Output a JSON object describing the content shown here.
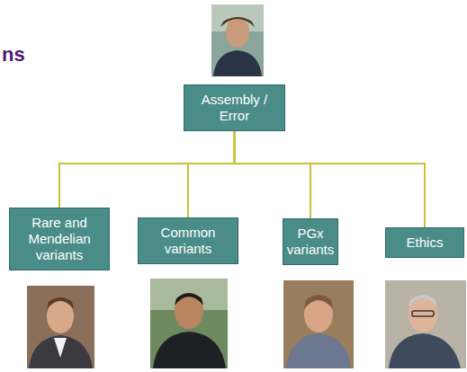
{
  "diagram": {
    "nodes": [
      {
        "text": [
          "Assembly / Error"
        ]
      },
      {
        "text": [
          "Rare and Mendelian variants"
        ]
      },
      {
        "text": [
          "Common variants"
        ]
      },
      {
        "text": [
          "PGx variants"
        ]
      },
      {
        "text": [
          "Ethics"
        ]
      }
    ],
    "edges": [
      {
        "from": 0,
        "to": 1,
        "arrow": "none"
      },
      {
        "from": 0,
        "to": 2,
        "arrow": "none"
      },
      {
        "from": 0,
        "to": 3,
        "arrow": "none"
      },
      {
        "from": 0,
        "to": 4,
        "arrow": "none"
      }
    ],
    "labels": [
      "ns"
    ]
  }
}
